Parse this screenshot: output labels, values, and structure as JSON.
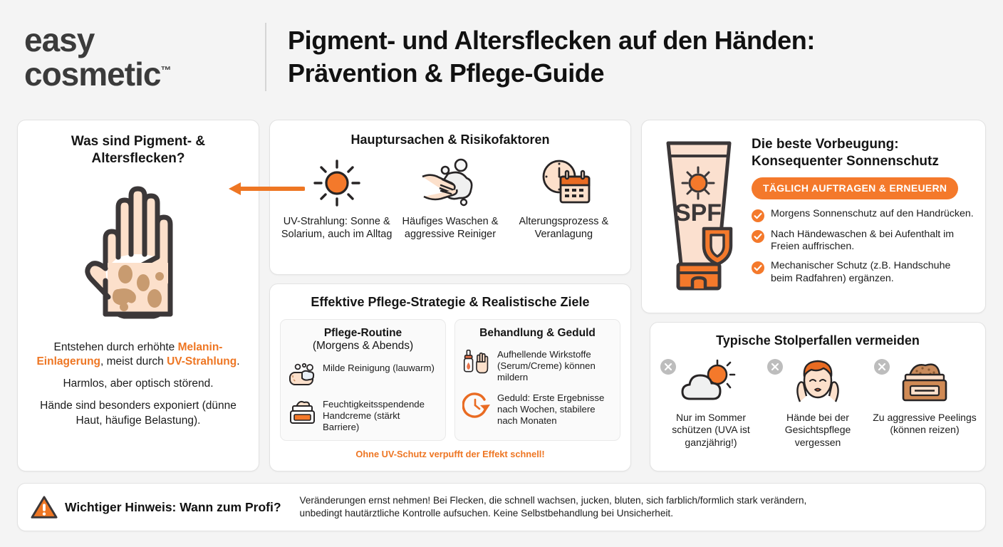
{
  "header": {
    "logo_line1": "easy",
    "logo_line2": "cosmetic",
    "logo_tm": "™",
    "title_line1": "Pigment- und Altersflecken auf den Händen:",
    "title_line2": "Prävention & Pflege-Guide"
  },
  "colors": {
    "accent_orange": "#EE7623",
    "badge_orange": "#F4792B",
    "skin": "#FCE0CB",
    "page_bg": "#f4f4f4",
    "card_bg": "#ffffff",
    "text_dark": "#1c1c1c",
    "grey_x": "#bdbdbd"
  },
  "left_card": {
    "title_line1": "Was sind Pigment- &",
    "title_line2": "Altersflecken?",
    "icon": "spotted-hand-icon",
    "paragraph1_part1": "Entstehen durch erhöhte ",
    "paragraph1_hl1": "Melanin-Einlagerung",
    "paragraph1_part2": ", meist durch ",
    "paragraph1_hl2": "UV-Strahlung",
    "paragraph1_part3": ".",
    "paragraph2": "Harmlos, aber optisch störend.",
    "paragraph3": "Hände sind besonders exponiert (dünne Haut, häufige Belastung)."
  },
  "causes_card": {
    "title": "Hauptursachen & Risikofaktoren",
    "items": [
      {
        "icon": "sun-icon",
        "label": "UV-Strahlung: Sonne & Solarium, auch im Alltag"
      },
      {
        "icon": "hand-washing-icon",
        "label": "Häufiges Waschen & aggressive Reiniger"
      },
      {
        "icon": "clock-calendar-icon",
        "label": "Alterungsprozess & Veranlagung"
      }
    ]
  },
  "strategy_card": {
    "title": "Effektive Pflege-Strategie & Realistische Ziele",
    "panel_left": {
      "title_main": "Pflege-Routine",
      "title_sub": "(Morgens & Abends)",
      "items": [
        {
          "icon": "soap-bar-icon",
          "text": "Milde Reinigung (lauwarm)"
        },
        {
          "icon": "cream-jar-icon",
          "text": "Feuchtigkeitsspendende Handcreme (stärkt Barriere)"
        }
      ]
    },
    "panel_right": {
      "title_main": "Behandlung & Geduld",
      "items": [
        {
          "icon": "serum-bottle-hand-icon",
          "text": "Aufhellende Wirkstoffe (Serum/Creme) können mildern"
        },
        {
          "icon": "clock-arrow-icon",
          "text": "Geduld: Erste Ergebnisse nach Wochen, stabilere nach Monaten"
        }
      ]
    },
    "footnote": "Ohne UV-Schutz verpufft der Effekt schnell!"
  },
  "spf_card": {
    "icon": "sunscreen-tube-icon",
    "tube_label": "SPF",
    "title_line1": "Die beste Vorbeugung:",
    "title_line2": "Konsequenter Sonnenschutz",
    "badge": "TÄGLICH AUFTRAGEN & ERNEUERN",
    "checks": [
      "Morgens Sonnenschutz auf den Handrücken.",
      "Nach Händewaschen & bei Aufenthalt im Freien auffrischen.",
      "Mechanischer Schutz (z.B. Handschuhe beim Radfahren) ergänzen."
    ]
  },
  "pitfalls_card": {
    "title": "Typische Stolperfallen vermeiden",
    "items": [
      {
        "icon": "sun-cloud-icon",
        "badge": "x-badge-icon",
        "label": "Nur im Sommer schützen (UVA ist ganzjährig!)"
      },
      {
        "icon": "face-care-icon",
        "badge": "x-badge-icon",
        "label": "Hände bei der Gesichtspflege vergessen"
      },
      {
        "icon": "scrub-jar-icon",
        "badge": "x-badge-icon",
        "label": "Zu aggressive Peelings (können reizen)"
      }
    ]
  },
  "footer": {
    "icon": "warning-triangle-icon",
    "title": "Wichtiger Hinweis: Wann zum Profi?",
    "text_line1": "Veränderungen ernst nehmen! Bei Flecken, die schnell wachsen, jucken, bluten, sich farblich/formlich stark verändern,",
    "text_line2": "unbedingt hautärztliche Kontrolle aufsuchen. Keine Selbstbehandlung bei Unsicherheit."
  }
}
